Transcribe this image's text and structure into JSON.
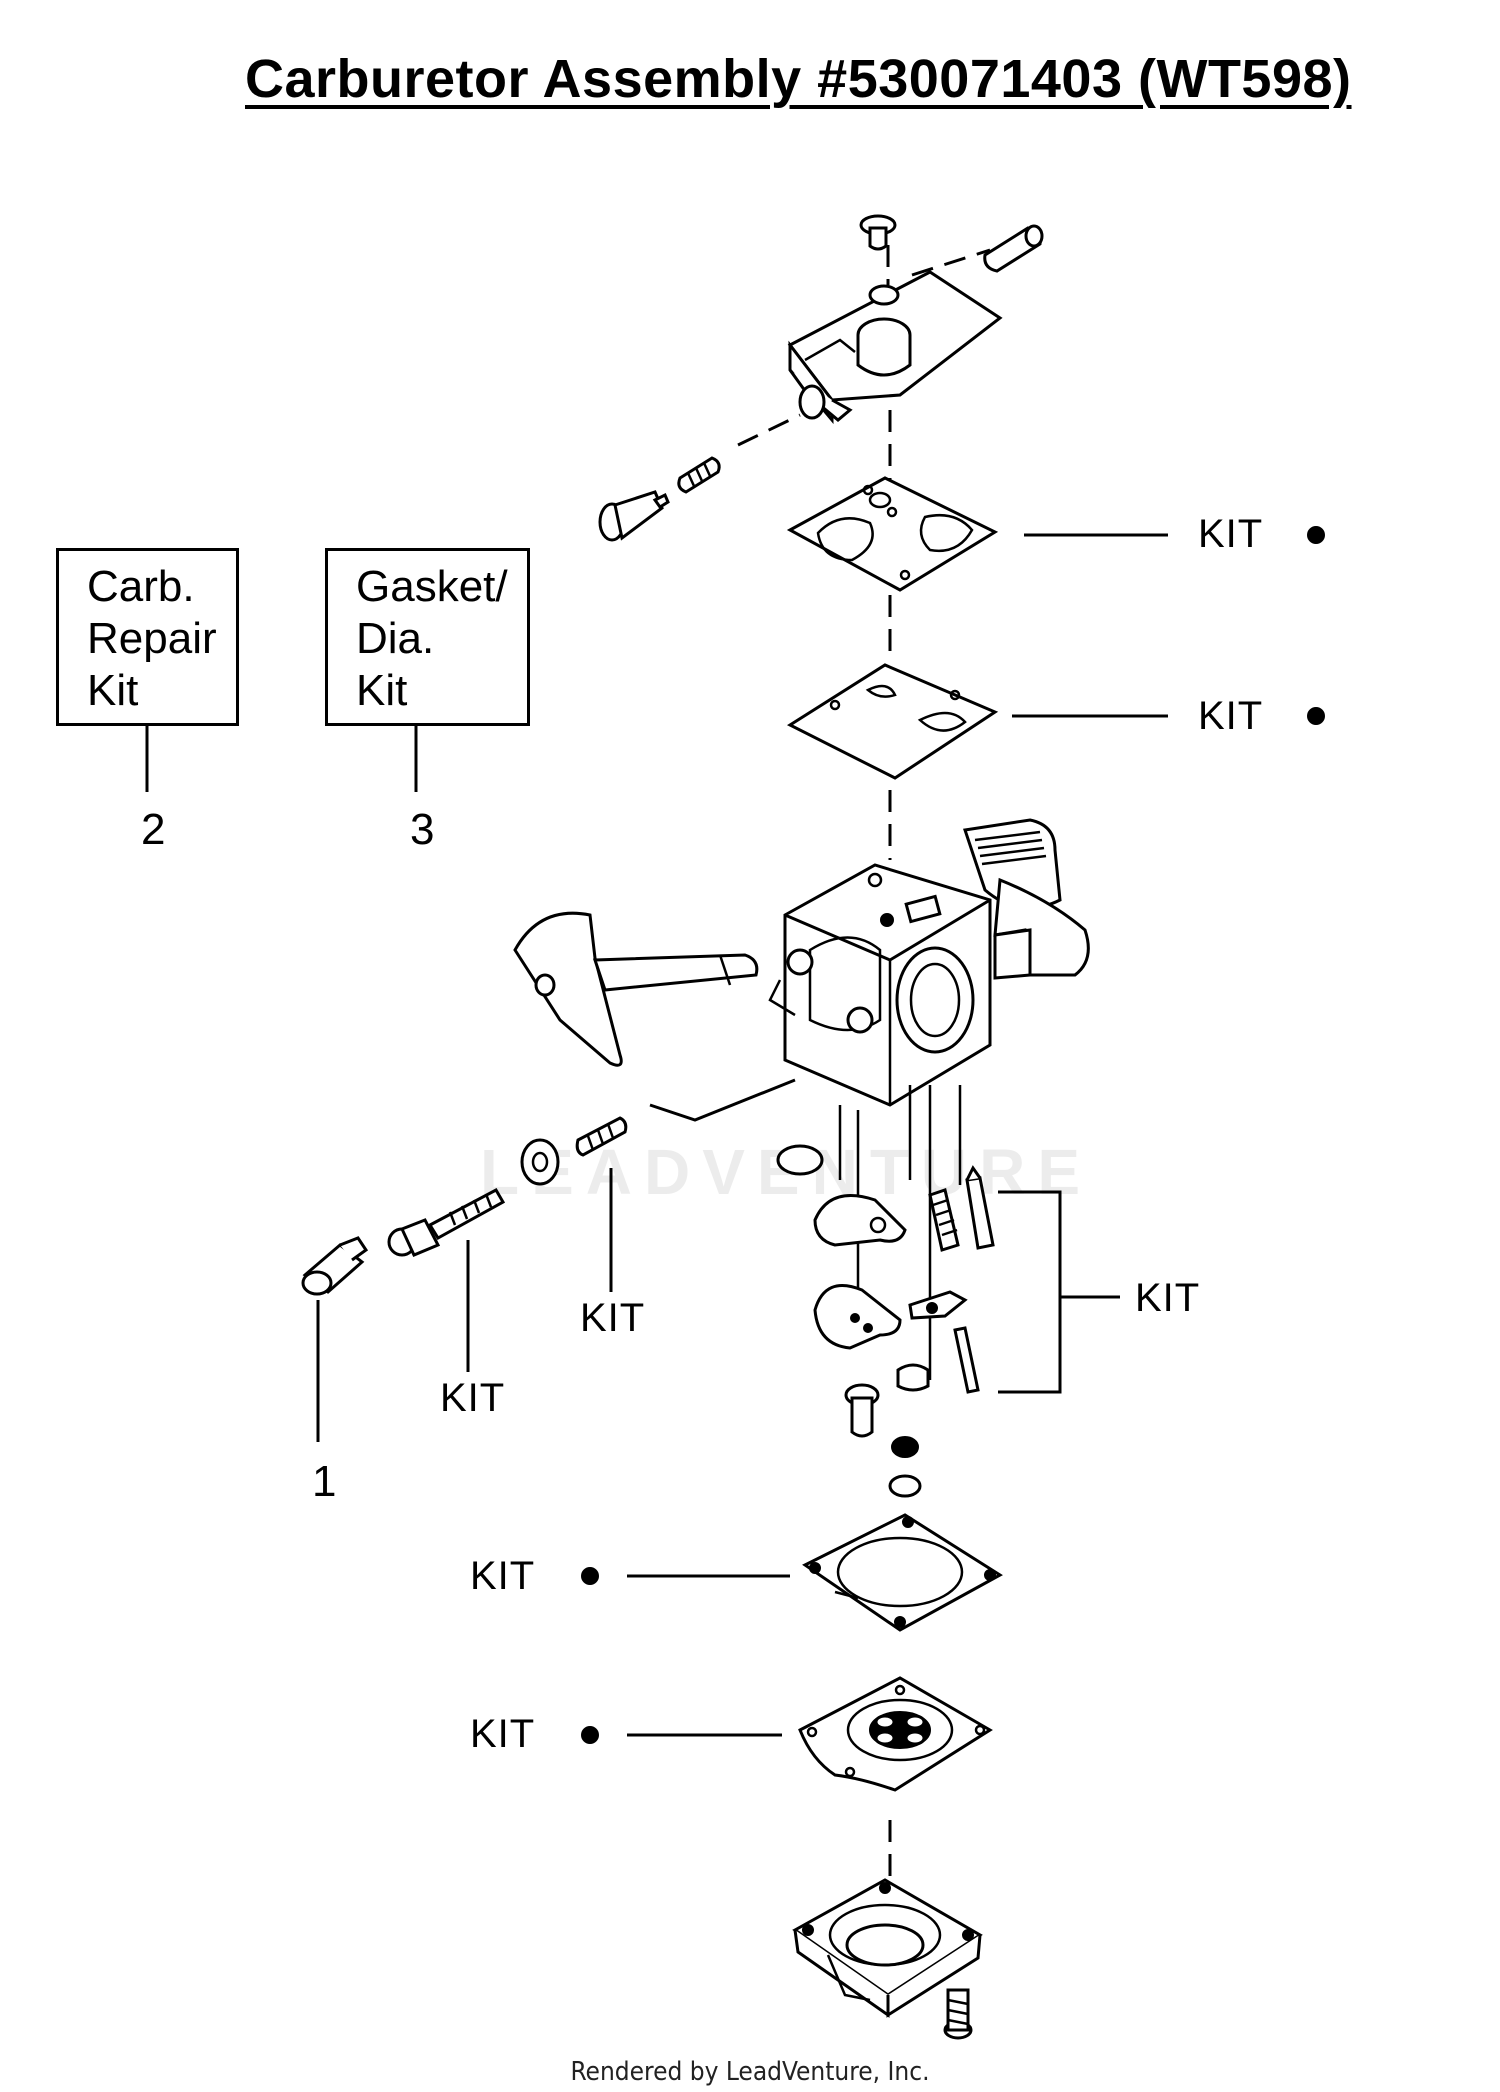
{
  "title": "Carburetor Assembly  #530071403 (WT598)",
  "legend": [
    {
      "lines": [
        "Carb.",
        "Repair",
        "Kit"
      ],
      "ref": "2"
    },
    {
      "lines": [
        "Gasket/",
        "Dia.",
        "Kit"
      ],
      "ref": "3"
    }
  ],
  "callouts": {
    "kit": "KIT",
    "ref_1": "1"
  },
  "watermark": "LEADVENTURE",
  "footer": "Rendered by LeadVenture, Inc."
}
